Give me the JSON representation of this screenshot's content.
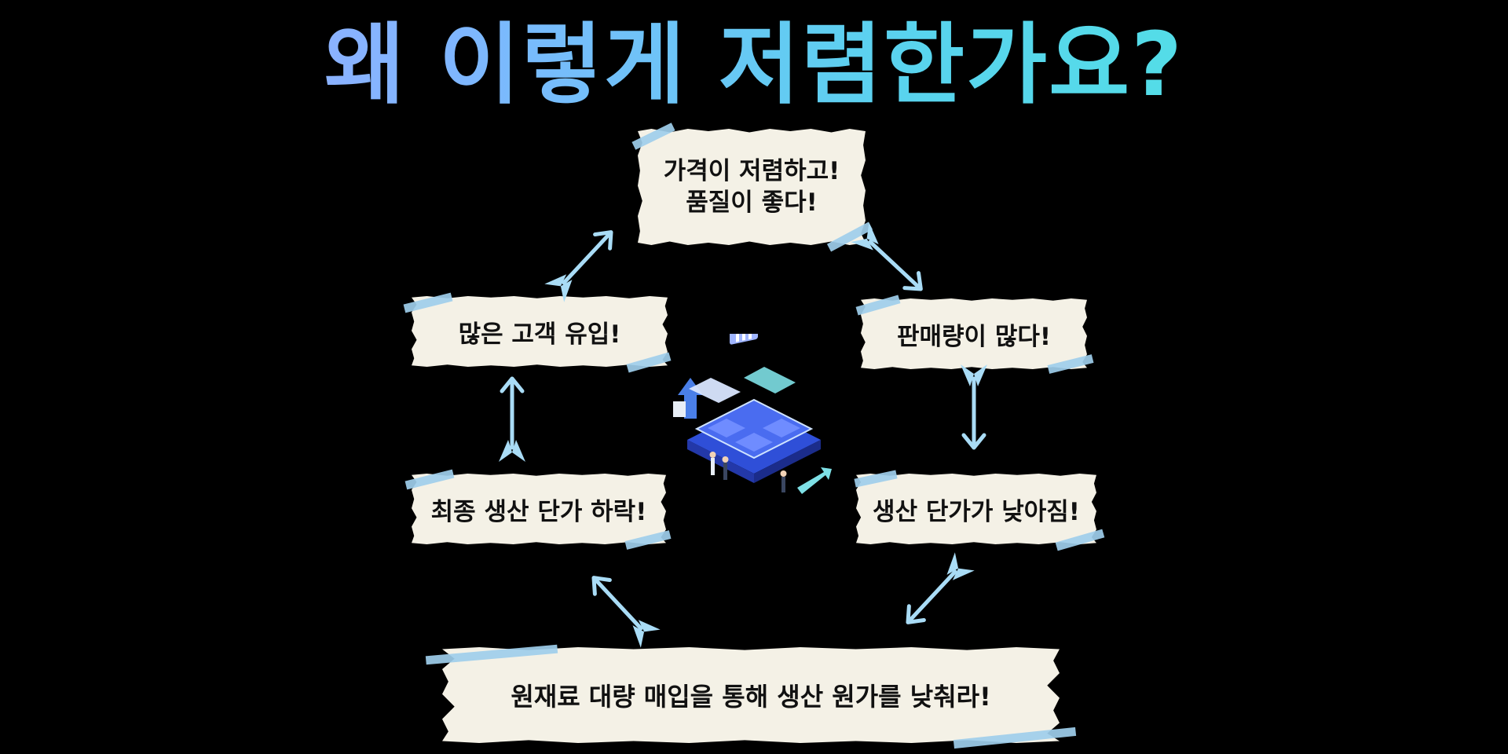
{
  "title": "왜 이렇게 저렴한가요?",
  "nodes": {
    "top": "가격이 저렴하고!\n품질이 좋다!",
    "right_upper": "판매량이 많다!",
    "right_lower": "생산 단가가 낮아짐!",
    "bottom": "원재료 대량 매입을 통해 생산 원가를 낮춰라!",
    "left_lower": "최종 생산 단가 하락!",
    "left_upper": "많은 고객 유입!"
  },
  "colors": {
    "background": "#000000",
    "note": "#f4f1e6",
    "tape": "#9ecee8",
    "arrow": "#a9dcf6",
    "title_gradient_start": "#a8a8ff",
    "title_gradient_end": "#4de8e0"
  },
  "illustration": "isometric-platform-illustration"
}
